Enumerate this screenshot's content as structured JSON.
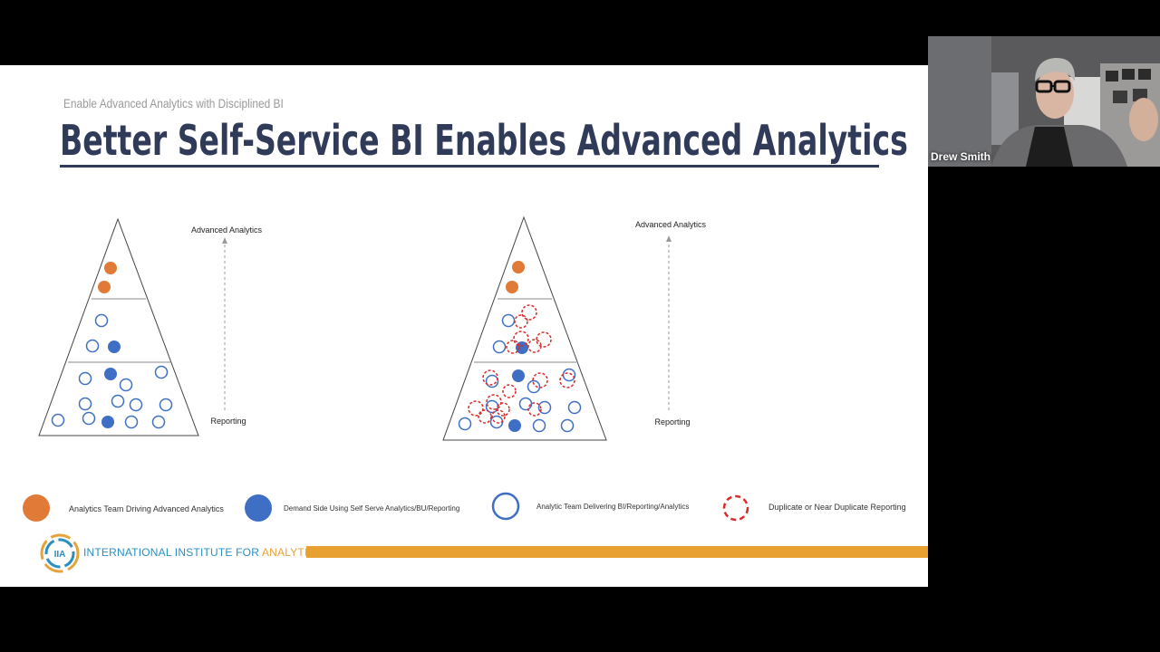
{
  "slide": {
    "kicker": "Enable Advanced Analytics with Disciplined BI",
    "title": "Better Self-Service BI Enables Advanced Analytics"
  },
  "diagram_left": {
    "top_label": "Advanced Analytics",
    "bottom_label": "Reporting"
  },
  "diagram_right": {
    "top_label": "Advanced Analytics",
    "bottom_label": "Reporting"
  },
  "legend": [
    {
      "icon": "orange-filled-circle",
      "label": "Analytics Team Driving Advanced Analytics",
      "color": "#e07a36"
    },
    {
      "icon": "blue-filled-circle",
      "label": "Demand Side Using Self Serve Analytics/BU/Reporting",
      "color": "#3f6fc4"
    },
    {
      "icon": "blue-outline-circle",
      "label": "Analytic Team Delivering BI/Reporting/Analytics",
      "color": "#3f6fc4"
    },
    {
      "icon": "red-dashed-circle",
      "label": "Duplicate or Near Duplicate Reporting",
      "color": "#d92b2b"
    }
  ],
  "footer": {
    "logo_mark": "IIA",
    "logo_text_main": "INTERNATIONAL INSTITUTE FOR ",
    "logo_text_highlight": "ANALYTICS",
    "logo_text_tail": "."
  },
  "video": {
    "participant_name": "Drew Smith"
  },
  "colors": {
    "background": "#000000",
    "slide": "#ffffff",
    "title": "#2f3b58",
    "orange": "#e07a36",
    "blue": "#3f6fc4",
    "red": "#d92b2b",
    "footer_bar": "#e8a030"
  }
}
